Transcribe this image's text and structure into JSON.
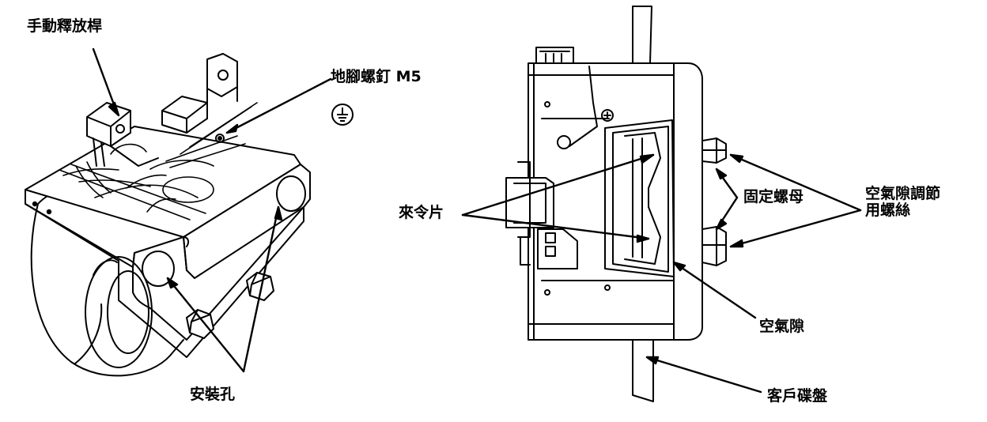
{
  "labels": {
    "manual_release_lever": "手動釋放桿",
    "ground_screw": "地腳螺釘 M5",
    "mounting_holes": "安裝孔",
    "armature_plate": "來令片",
    "lock_nut": "固定螺母",
    "air_gap_adjust_screw_line1": "空氣隙調節",
    "air_gap_adjust_screw_line2": "用螺絲",
    "air_gap": "空氣隙",
    "customer_disc": "客戶碟盤"
  },
  "icons": {
    "ground_symbol": "ground-icon"
  },
  "colors": {
    "line": "#000000",
    "background": "#ffffff"
  }
}
